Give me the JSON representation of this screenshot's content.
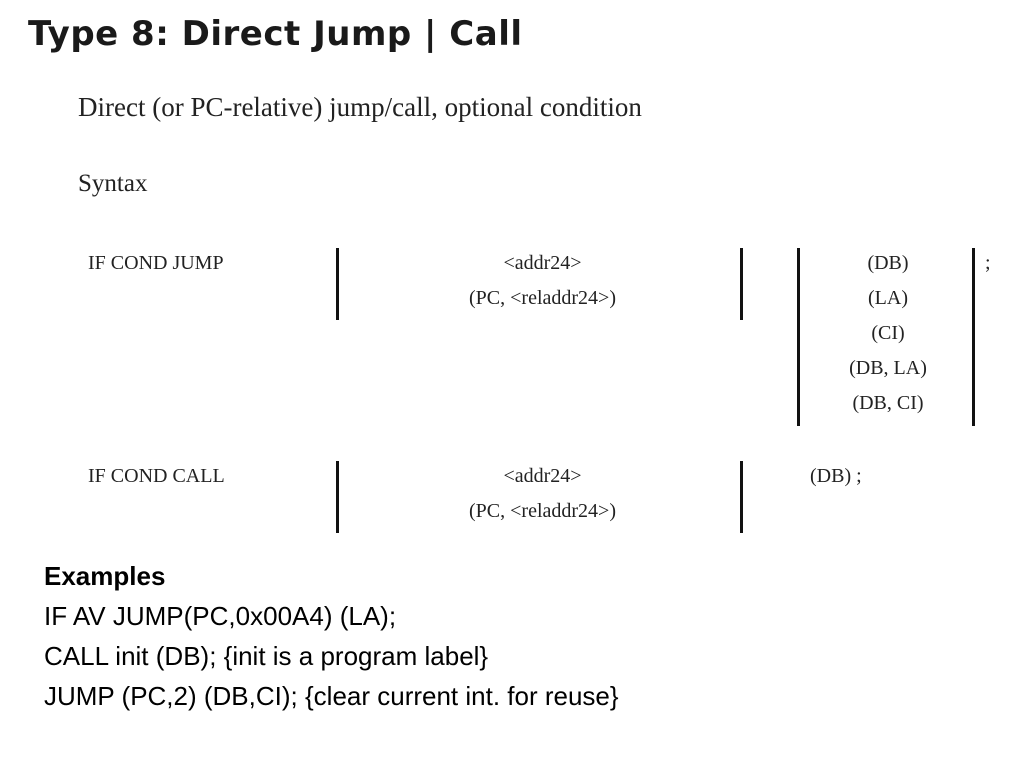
{
  "title": "Type 8: Direct Jump | Call",
  "description": "Direct (or PC-relative) jump/call, optional condition",
  "syntax_heading": "Syntax",
  "jump": {
    "keyword": "IF  COND  JUMP",
    "addresses": [
      "<addr24>",
      "(PC, <reladdr24>)"
    ],
    "options": [
      "(DB)",
      "(LA)",
      "(CI)",
      "(DB, LA)",
      "(DB, CI)"
    ],
    "terminator": ";"
  },
  "call": {
    "keyword": "IF  COND  CALL",
    "addresses": [
      "<addr24>",
      "(PC, <reladdr24>)"
    ],
    "options": "(DB) ;"
  },
  "examples": {
    "heading": "Examples",
    "lines": [
      "IF AV JUMP(PC,0x00A4) (LA);",
      "CALL init (DB); {init is a program label}",
      "JUMP (PC,2) (DB,CI); {clear current int. for reuse}"
    ]
  }
}
